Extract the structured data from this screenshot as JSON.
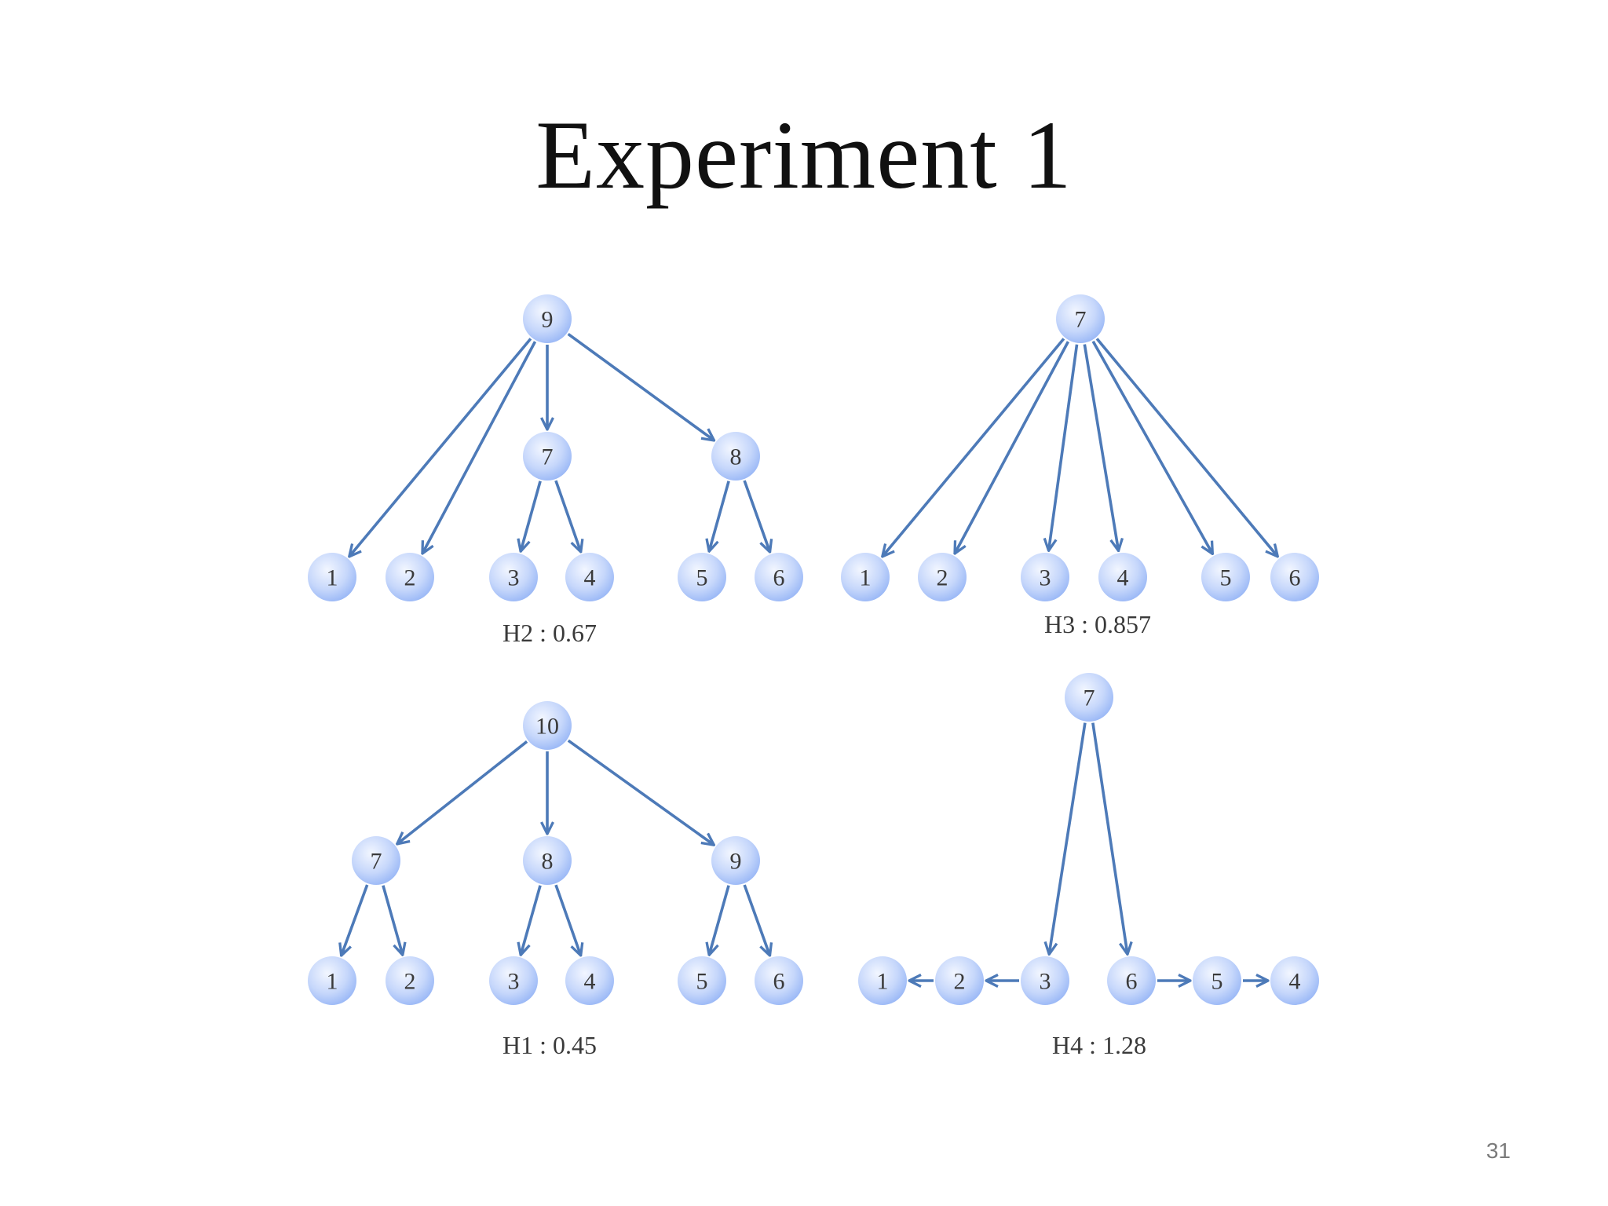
{
  "slide": {
    "title": "Experiment 1",
    "page_number": "31"
  },
  "colors": {
    "edge": "#4d7ab8",
    "node_light": "#eef3ff",
    "node_dark": "#8fb0f5",
    "text": "#3a3a3a"
  },
  "trees": [
    {
      "id": "h2",
      "caption": "H2 : 0.67",
      "nodes": [
        {
          "id": "a9",
          "label": "9"
        },
        {
          "id": "a7",
          "label": "7"
        },
        {
          "id": "a8",
          "label": "8"
        },
        {
          "id": "a1",
          "label": "1"
        },
        {
          "id": "a2",
          "label": "2"
        },
        {
          "id": "a3",
          "label": "3"
        },
        {
          "id": "a4",
          "label": "4"
        },
        {
          "id": "a5",
          "label": "5"
        },
        {
          "id": "a6",
          "label": "6"
        }
      ],
      "edges": [
        [
          "a9",
          "a1"
        ],
        [
          "a9",
          "a2"
        ],
        [
          "a9",
          "a7"
        ],
        [
          "a9",
          "a8"
        ],
        [
          "a7",
          "a3"
        ],
        [
          "a7",
          "a4"
        ],
        [
          "a8",
          "a5"
        ],
        [
          "a8",
          "a6"
        ]
      ]
    },
    {
      "id": "h3",
      "caption": "H3 : 0.857",
      "nodes": [
        {
          "id": "b7",
          "label": "7"
        },
        {
          "id": "b1",
          "label": "1"
        },
        {
          "id": "b2",
          "label": "2"
        },
        {
          "id": "b3",
          "label": "3"
        },
        {
          "id": "b4",
          "label": "4"
        },
        {
          "id": "b5",
          "label": "5"
        },
        {
          "id": "b6",
          "label": "6"
        }
      ],
      "edges": [
        [
          "b7",
          "b1"
        ],
        [
          "b7",
          "b2"
        ],
        [
          "b7",
          "b3"
        ],
        [
          "b7",
          "b4"
        ],
        [
          "b7",
          "b5"
        ],
        [
          "b7",
          "b6"
        ]
      ]
    },
    {
      "id": "h1",
      "caption": "H1 : 0.45",
      "nodes": [
        {
          "id": "c10",
          "label": "10"
        },
        {
          "id": "c7",
          "label": "7"
        },
        {
          "id": "c8",
          "label": "8"
        },
        {
          "id": "c9",
          "label": "9"
        },
        {
          "id": "c1",
          "label": "1"
        },
        {
          "id": "c2",
          "label": "2"
        },
        {
          "id": "c3",
          "label": "3"
        },
        {
          "id": "c4",
          "label": "4"
        },
        {
          "id": "c5",
          "label": "5"
        },
        {
          "id": "c6",
          "label": "6"
        }
      ],
      "edges": [
        [
          "c10",
          "c7"
        ],
        [
          "c10",
          "c8"
        ],
        [
          "c10",
          "c9"
        ],
        [
          "c7",
          "c1"
        ],
        [
          "c7",
          "c2"
        ],
        [
          "c8",
          "c3"
        ],
        [
          "c8",
          "c4"
        ],
        [
          "c9",
          "c5"
        ],
        [
          "c9",
          "c6"
        ]
      ]
    },
    {
      "id": "h4",
      "caption": "H4 : 1.28",
      "nodes": [
        {
          "id": "d7",
          "label": "7"
        },
        {
          "id": "d1",
          "label": "1"
        },
        {
          "id": "d2",
          "label": "2"
        },
        {
          "id": "d3",
          "label": "3"
        },
        {
          "id": "d6",
          "label": "6"
        },
        {
          "id": "d5",
          "label": "5"
        },
        {
          "id": "d4",
          "label": "4"
        }
      ],
      "edges": [
        [
          "d7",
          "d3"
        ],
        [
          "d7",
          "d6"
        ],
        [
          "d3",
          "d2"
        ],
        [
          "d2",
          "d1"
        ],
        [
          "d6",
          "d5"
        ],
        [
          "d5",
          "d4"
        ]
      ]
    }
  ]
}
